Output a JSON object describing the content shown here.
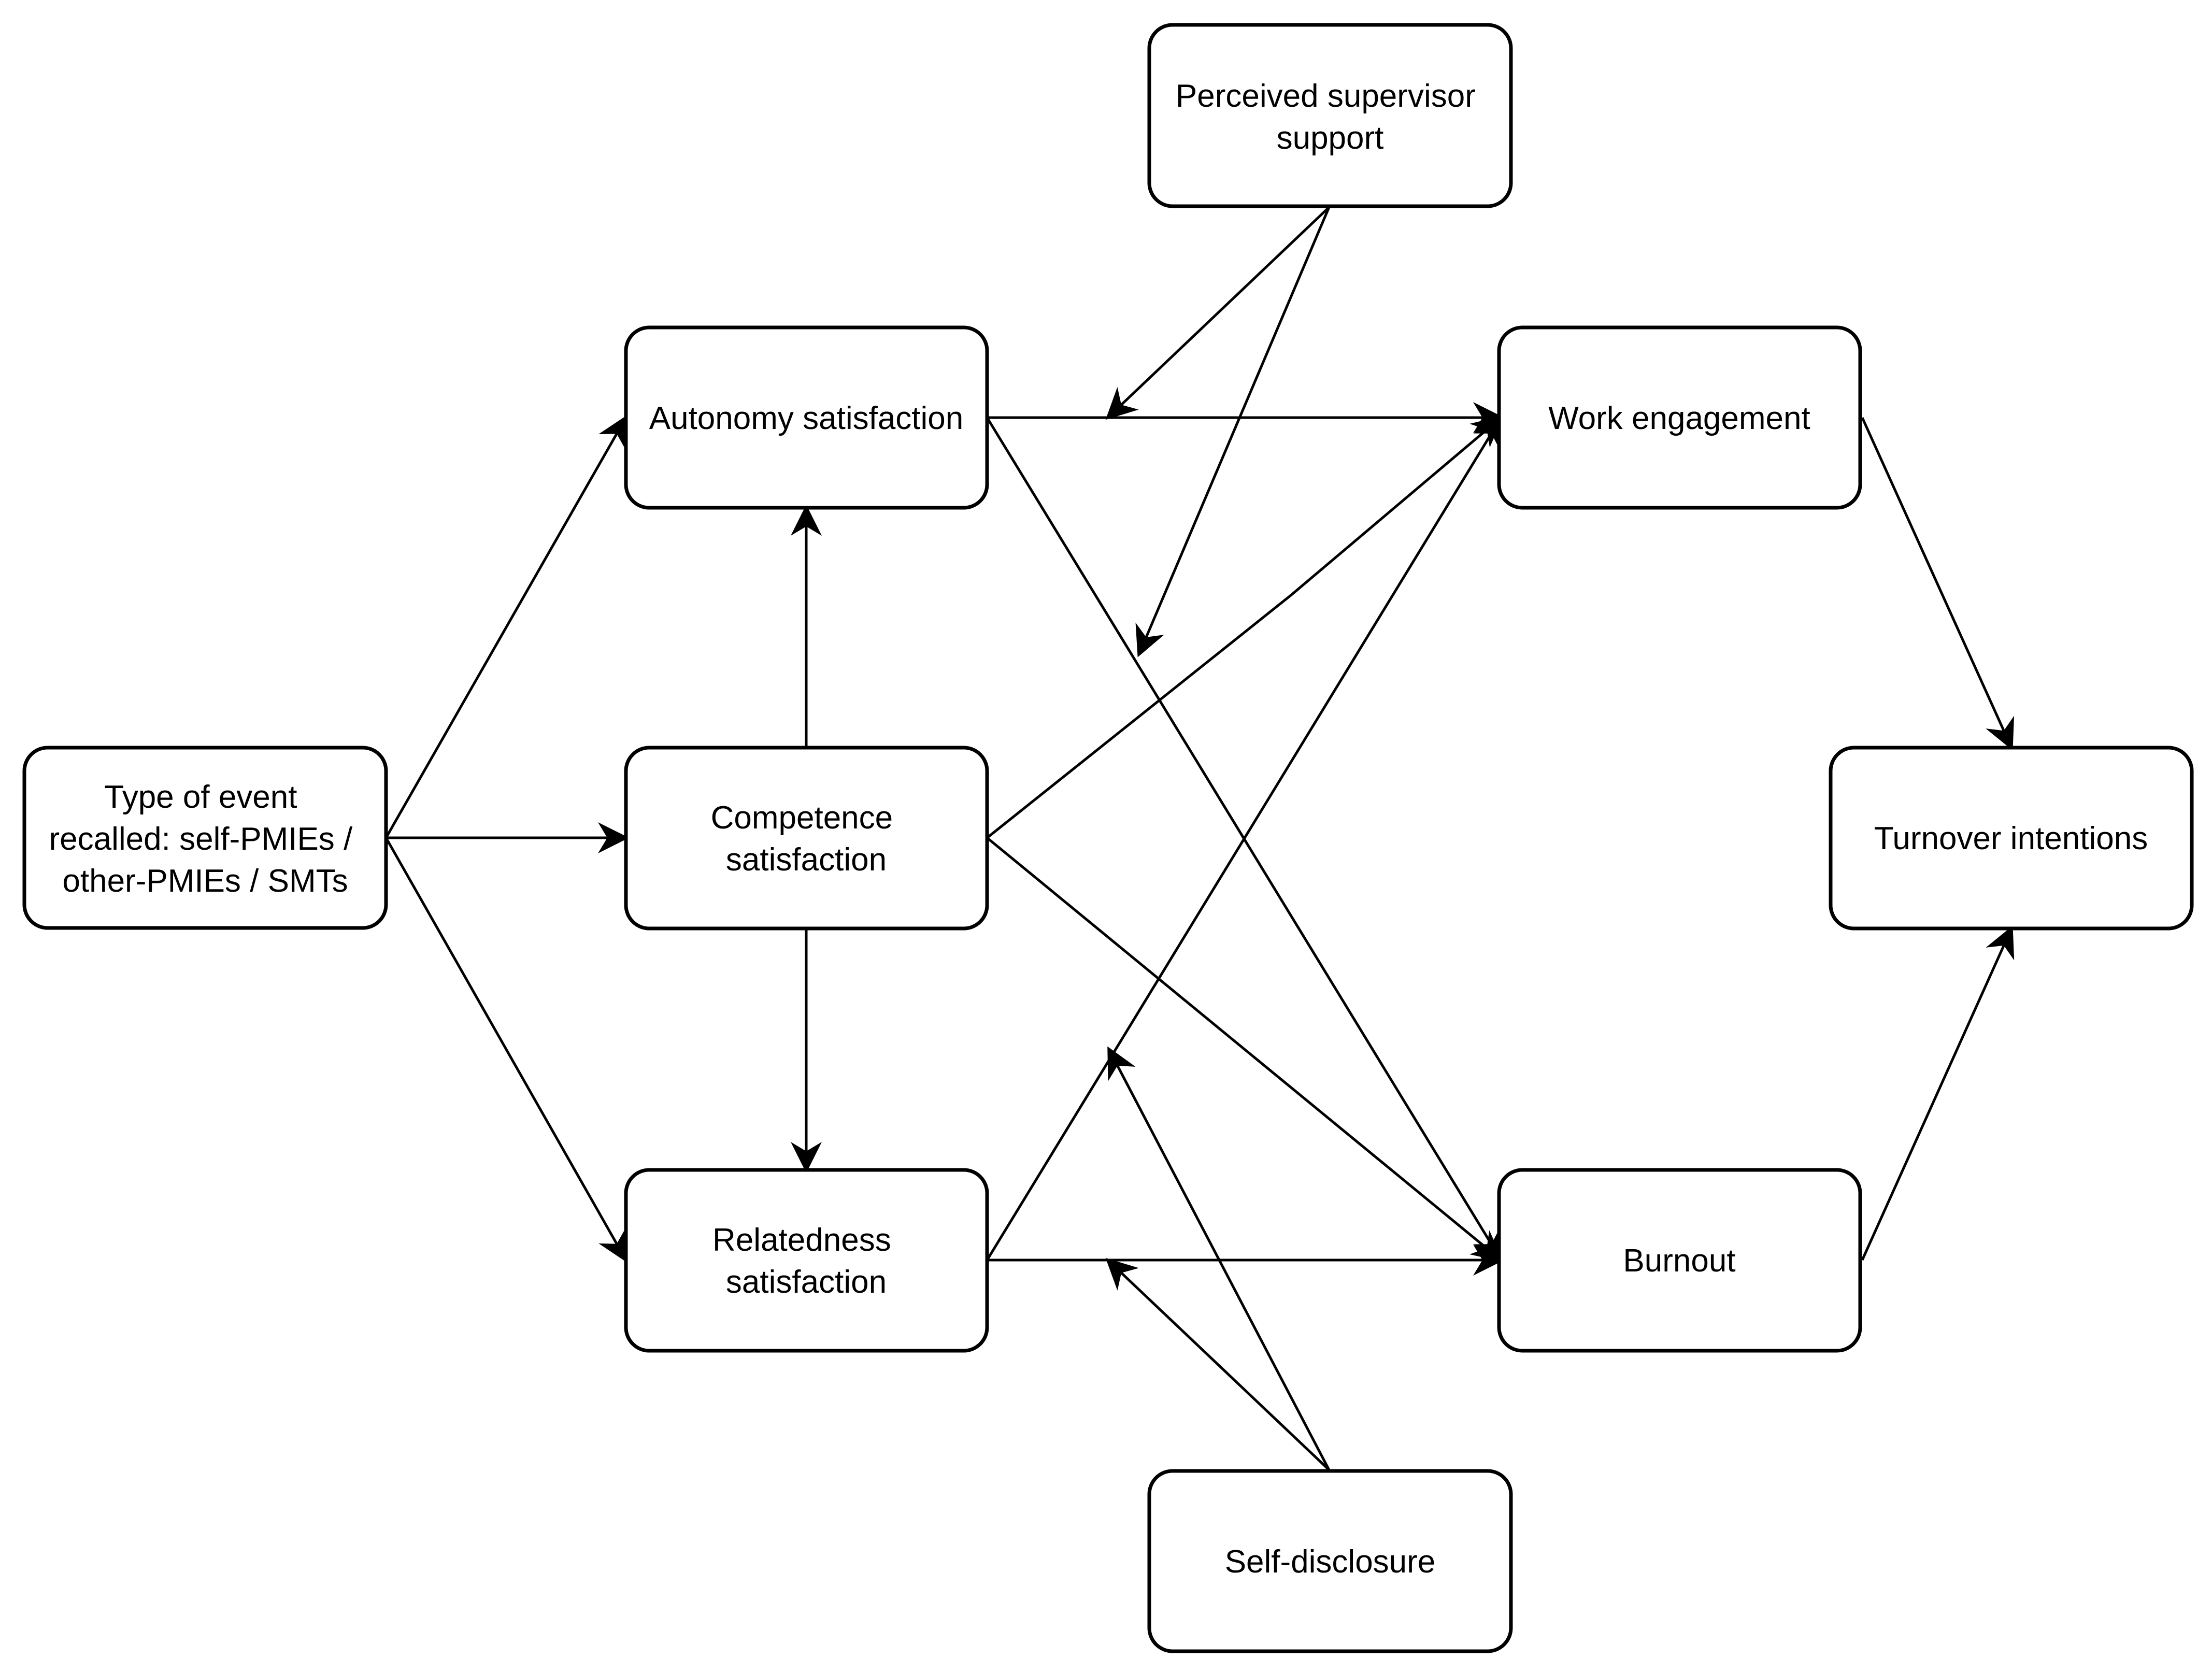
{
  "nodes": {
    "event": {
      "lines": [
        "Type of event",
        "recalled: self-PMIEs /",
        "other-PMIEs / SMTs"
      ]
    },
    "autonomy": {
      "lines": [
        "Autonomy satisfaction"
      ]
    },
    "competence": {
      "lines": [
        "Competence",
        "satisfaction"
      ]
    },
    "relatedness": {
      "lines": [
        "Relatedness",
        "satisfaction"
      ]
    },
    "supervisor": {
      "lines": [
        "Perceived supervisor",
        "support"
      ]
    },
    "engagement": {
      "lines": [
        "Work engagement"
      ]
    },
    "burnout": {
      "lines": [
        "Burnout"
      ]
    },
    "turnover": {
      "lines": [
        "Turnover intentions"
      ]
    },
    "disclosure": {
      "lines": [
        "Self-disclosure"
      ]
    }
  },
  "edges": [
    {
      "from": "event",
      "to": "autonomy"
    },
    {
      "from": "event",
      "to": "competence"
    },
    {
      "from": "event",
      "to": "relatedness"
    },
    {
      "from": "competence",
      "to": "autonomy"
    },
    {
      "from": "competence",
      "to": "relatedness"
    },
    {
      "from": "autonomy",
      "to": "engagement"
    },
    {
      "from": "autonomy",
      "to": "burnout"
    },
    {
      "from": "competence",
      "to": "engagement"
    },
    {
      "from": "competence",
      "to": "burnout"
    },
    {
      "from": "relatedness",
      "to": "engagement"
    },
    {
      "from": "relatedness",
      "to": "burnout"
    },
    {
      "from": "engagement",
      "to": "turnover"
    },
    {
      "from": "burnout",
      "to": "turnover"
    },
    {
      "from": "supervisor",
      "to": "autonomy-to-engagement",
      "type": "moderation"
    },
    {
      "from": "supervisor",
      "to": "autonomy-to-burnout",
      "type": "moderation"
    },
    {
      "from": "disclosure",
      "to": "relatedness-to-engagement",
      "type": "moderation"
    },
    {
      "from": "disclosure",
      "to": "relatedness-to-burnout",
      "type": "moderation"
    }
  ],
  "colors": {
    "stroke": "#000000",
    "fill": "#ffffff",
    "text": "#000000"
  }
}
